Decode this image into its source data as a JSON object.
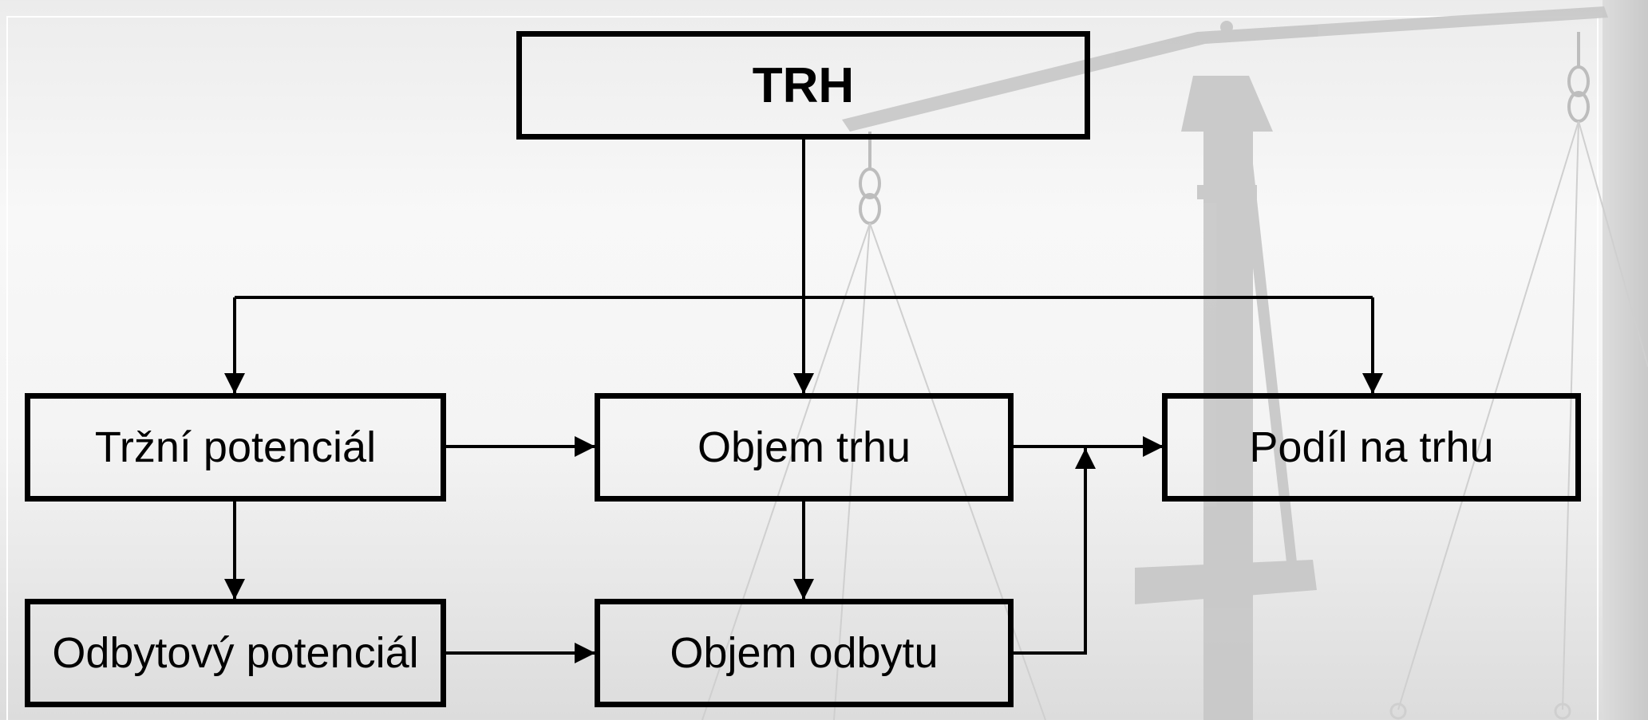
{
  "diagram": {
    "nodes": {
      "trh": "TRH",
      "trzni_potencial": "Tržní potenciál",
      "objem_trhu": "Objem trhu",
      "podil_na_trhu": "Podíl na trhu",
      "odbytovy_potencial": "Odbytový potenciál",
      "objem_odbytu": "Objem odbytu"
    },
    "edges": [
      {
        "from": "trh",
        "to": "trzni_potencial"
      },
      {
        "from": "trh",
        "to": "objem_trhu"
      },
      {
        "from": "trh",
        "to": "podil_na_trhu"
      },
      {
        "from": "trzni_potencial",
        "to": "objem_trhu"
      },
      {
        "from": "objem_trhu",
        "to": "podil_na_trhu"
      },
      {
        "from": "trzni_potencial",
        "to": "odbytovy_potencial"
      },
      {
        "from": "objem_trhu",
        "to": "objem_odbytu"
      },
      {
        "from": "odbytovy_potencial",
        "to": "objem_odbytu"
      },
      {
        "from": "objem_odbytu",
        "to": "podil_na_trhu"
      }
    ]
  },
  "background": {
    "illustration": "balance-scale-icon",
    "color": "#c8c8c8"
  }
}
